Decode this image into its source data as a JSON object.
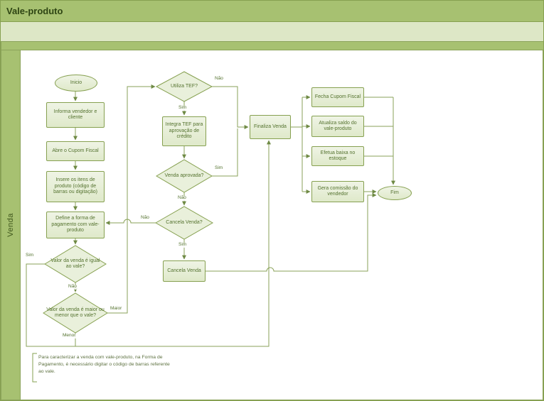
{
  "title": "Vale-produto",
  "lane_label": "Venda",
  "nodes": {
    "inicio": "Inicio",
    "informa_vendedor": "Informa vendedor e cliente",
    "abre_cupom": "Abre o Cupom Fiscal",
    "insere_itens": "Insere os itens de produto (código de barras ou digitação)",
    "define_pagamento": "Define a forma de pagamento com vale-produto",
    "valor_igual": "Valor da venda é igual ao vale?",
    "valor_maior_menor": "Valor da venda é maior ou menor que o vale?",
    "utiliza_tef": "Utiliza TEF?",
    "integra_tef": "Integra TEF para aprovação de crédito",
    "venda_aprovada": "Venda aprovada?",
    "cancela_venda_q": "Cancela Venda?",
    "cancela_venda": "Cancela Venda",
    "finaliza_venda": "Finaliza Venda",
    "fecha_cupom": "Fecha Cupom Fiscal",
    "atualiza_saldo": "Atualiza saldo do vale-produto",
    "efetua_baixa": "Efetua baixa no estoque",
    "gera_comissao": "Gera comissão do vendedor",
    "fim": "Fim"
  },
  "edge_labels": {
    "tef_nao": "Não",
    "tef_sim": "Sim",
    "aprovada_sim": "Sim",
    "aprovada_nao": "Não",
    "cancela_nao": "Não",
    "cancela_sim": "Sim",
    "igual_sim": "Sim",
    "igual_nao": "Não",
    "maior": "Maior",
    "menor": "Menor"
  },
  "annotation": "Para caracterizar a venda com vale-produto, na Forma de Pagamento, é necessário digitar o código de barras referente ao vale.",
  "colors": {
    "header_green": "#a7c171",
    "line_green": "#86a050",
    "node_fill": "#e9f0db",
    "text_green": "#54722e"
  }
}
